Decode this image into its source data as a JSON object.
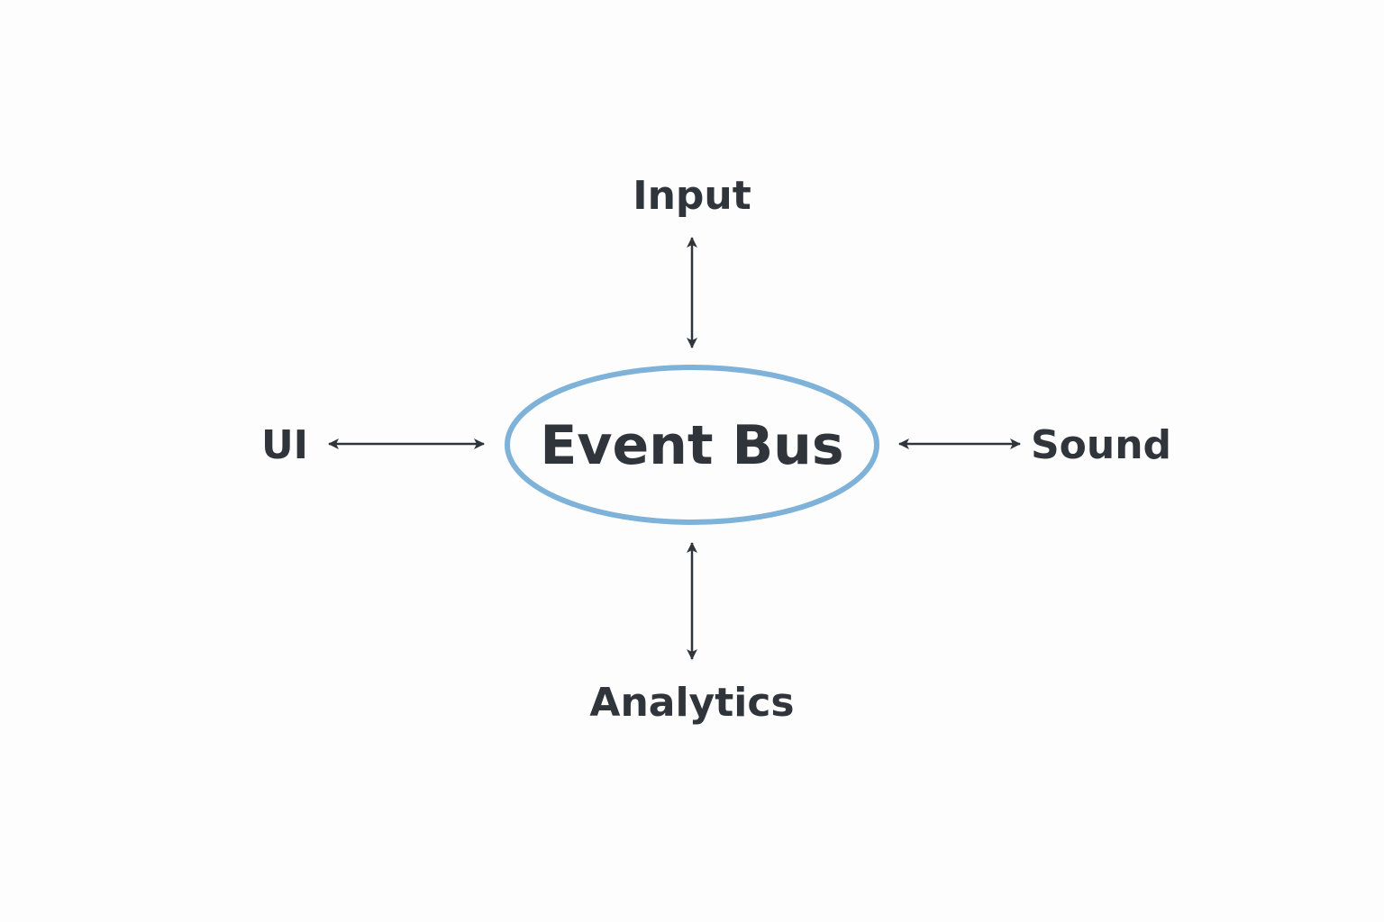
{
  "colors": {
    "background": "#fdfdfd",
    "text": "#30343b",
    "arrow": "#30343b",
    "bus_outline": "#7eb2d8"
  },
  "diagram": {
    "center": {
      "label": "Event Bus"
    },
    "nodes": {
      "top": {
        "label": "Input"
      },
      "left": {
        "label": "UI"
      },
      "right": {
        "label": "Sound"
      },
      "bottom": {
        "label": "Analytics"
      }
    },
    "connections": [
      {
        "from": "Input",
        "to": "Event Bus",
        "direction": "bidirectional"
      },
      {
        "from": "UI",
        "to": "Event Bus",
        "direction": "bidirectional"
      },
      {
        "from": "Sound",
        "to": "Event Bus",
        "direction": "bidirectional"
      },
      {
        "from": "Analytics",
        "to": "Event Bus",
        "direction": "bidirectional"
      }
    ]
  }
}
